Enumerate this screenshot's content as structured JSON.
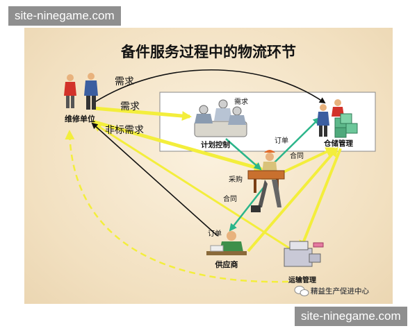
{
  "watermark_top": "site-ninegame.com",
  "watermark_bottom": "site-ninegame.com",
  "title": "备件服务过程中的物流环节",
  "nodes": {
    "repair_unit": "维修单位",
    "planning": "计划控制",
    "warehouse": "仓储管理",
    "supplier": "供应商",
    "transport": "运输管理"
  },
  "labels": {
    "demand_top": "需求",
    "demand_mid": "需求",
    "nonstandard_demand": "非标需求",
    "demand_box": "需求",
    "order_right": "订单",
    "contract_right": "合同",
    "purchase": "采购",
    "contract_mid": "合同",
    "order_supplier": "订单"
  },
  "footer": "精益生产促进中心",
  "colors": {
    "yellow_arrow": "#f3ee3c",
    "green_arrow": "#2bb58a",
    "black_arrow": "#111111"
  }
}
